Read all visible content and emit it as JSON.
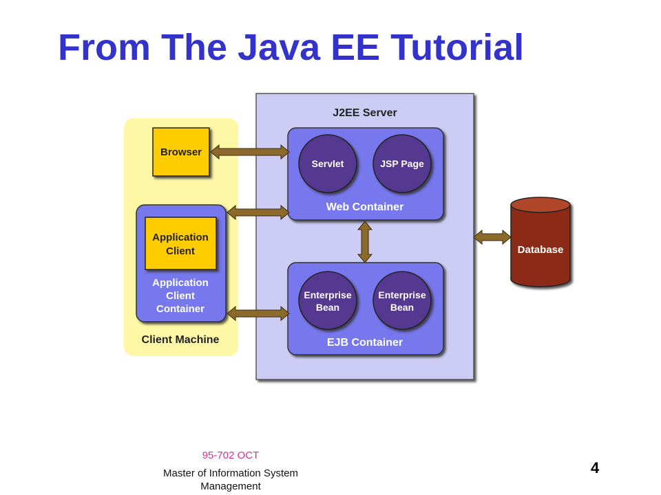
{
  "slide": {
    "title": "From The Java EE Tutorial",
    "page_number": "4"
  },
  "diagram": {
    "server_label": "J2EE Server",
    "client_machine_label": "Client Machine",
    "browser_label": "Browser",
    "app_client_line1": "Application",
    "app_client_line2": "Client",
    "app_client_container_line1": "Application",
    "app_client_container_line2": "Client",
    "app_client_container_line3": "Container",
    "web_container_label": "Web Container",
    "servlet_label": "Servlet",
    "jsp_page_label": "JSP Page",
    "ejb_container_label": "EJB Container",
    "enterprise_bean_1_line1": "Enterprise",
    "enterprise_bean_1_line2": "Bean",
    "enterprise_bean_2_line1": "Enterprise",
    "enterprise_bean_2_line2": "Bean",
    "database_label": "Database"
  },
  "footer": {
    "course": "95-702 OCT",
    "program": "Master of Information System Management"
  },
  "colors": {
    "title": "#3333cc",
    "client_machine": "#fdf7a6",
    "server": "#ccccf5",
    "container": "#7777ee",
    "component": "#55378f",
    "client_box": "#ffcc00",
    "arrow": "#8b6a2b",
    "database": "#8b2b14",
    "footer_course": "#cc3399"
  }
}
